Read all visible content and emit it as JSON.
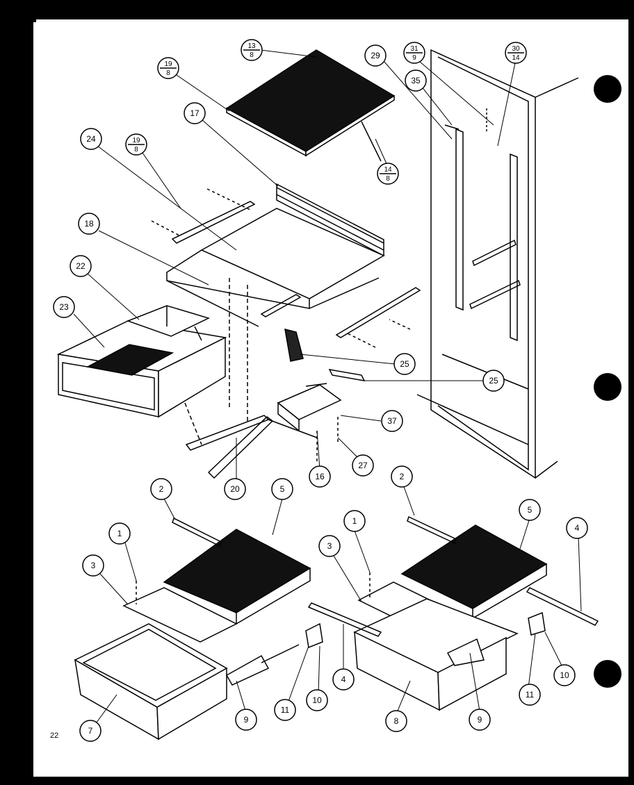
{
  "page_number": "22",
  "parts": {
    "p1a": "1",
    "p1b": "1",
    "p2a": "2",
    "p2b": "2",
    "p3a": "3",
    "p3b": "3",
    "p4a": "4",
    "p4b": "4",
    "p5a": "5",
    "p5b": "5",
    "p7": "7",
    "p8": "8",
    "p9a": "9",
    "p9b": "9",
    "p10a": "10",
    "p10b": "10",
    "p11a": "11",
    "p11b": "11",
    "p16": "16",
    "p17": "17",
    "p18": "18",
    "p20": "20",
    "p22": "22",
    "p23": "23",
    "p24": "24",
    "p25a": "25",
    "p25b": "25",
    "p27": "27",
    "p29": "29",
    "p35": "35",
    "p37": "37"
  },
  "fractions": {
    "f13": {
      "num": "13",
      "den": "8"
    },
    "f19a": {
      "num": "19",
      "den": "8"
    },
    "f19b": {
      "num": "19",
      "den": "8"
    },
    "f14": {
      "num": "14",
      "den": "8"
    },
    "f31": {
      "num": "31",
      "den": "9"
    },
    "f30": {
      "num": "30",
      "den": "14"
    }
  }
}
